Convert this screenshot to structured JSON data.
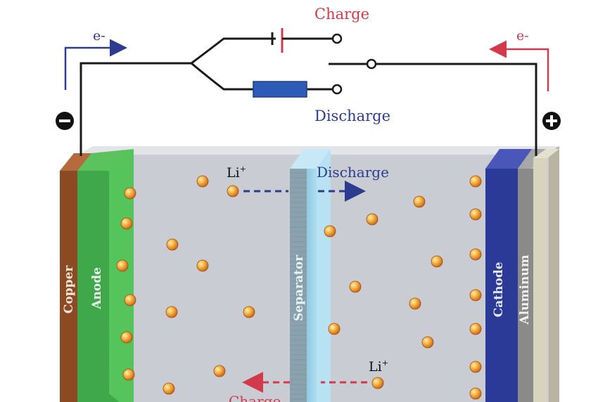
{
  "circuit": {
    "charge_label": "Charge",
    "discharge_label": "Discharge",
    "electron_left": "e-",
    "electron_right": "e-",
    "negative_terminal": "−",
    "positive_terminal": "+"
  },
  "cell": {
    "layer_labels": {
      "copper": "Copper",
      "anode": "Anode",
      "separator": "Separator",
      "cathode": "Cathode",
      "aluminum": "Aluminum"
    },
    "ion_label_top": "Li",
    "ion_label_top_sup": "+",
    "ion_flow_top": "Discharge",
    "ion_label_bottom": "Li",
    "ion_label_bottom_sup": "+",
    "ion_flow_bottom": "Charge"
  },
  "colors": {
    "charge": "#d23a4b",
    "discharge": "#2c3d8f",
    "wire": "#1a1a1a",
    "copper": "#8b4a24",
    "anode": "#3ea84a",
    "separator": "#a9d9ee",
    "cathode": "#2b3a97",
    "aluminum": "#8a8a8a",
    "electrolyte": "#c9ccd3",
    "ion": "#f2a23a"
  }
}
